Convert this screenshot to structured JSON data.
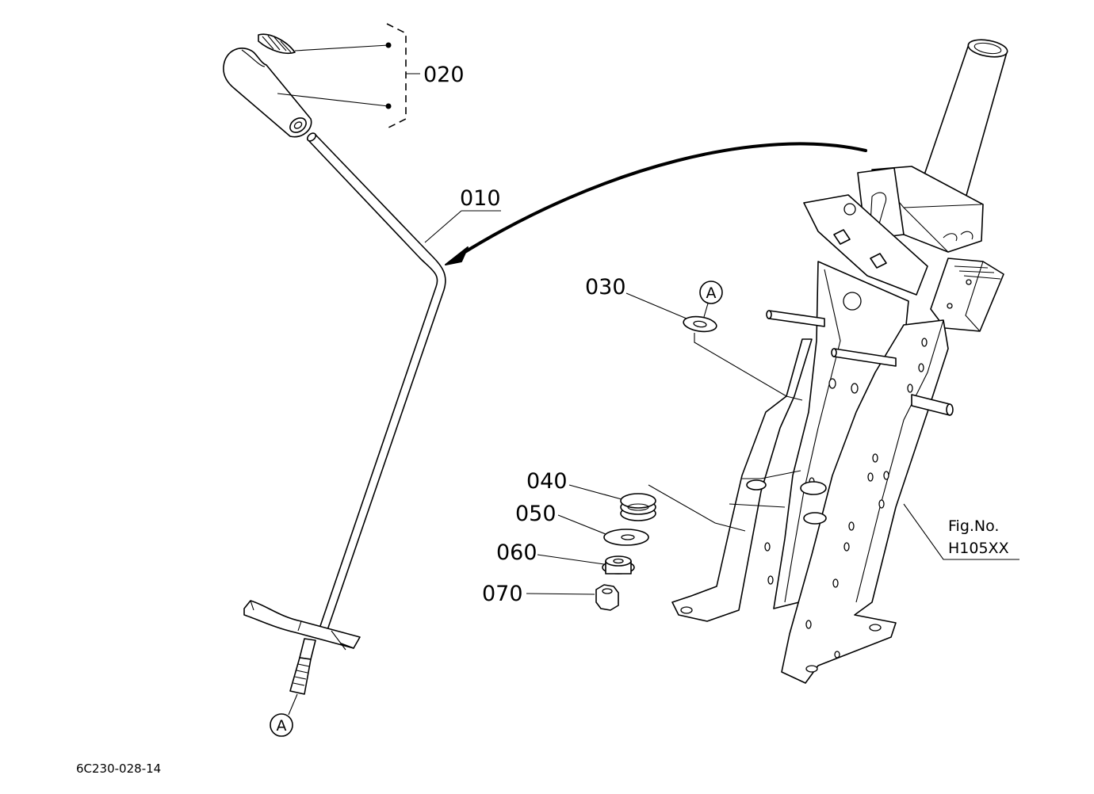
{
  "parts": {
    "p010": "010",
    "p020": "020",
    "p030": "030",
    "p040": "040",
    "p050": "050",
    "p060": "060",
    "p070": "070"
  },
  "ref_marker": "A",
  "fig_label": "Fig.No.",
  "fig_number": "H105XX",
  "drawing_code": "6C230-028-14"
}
